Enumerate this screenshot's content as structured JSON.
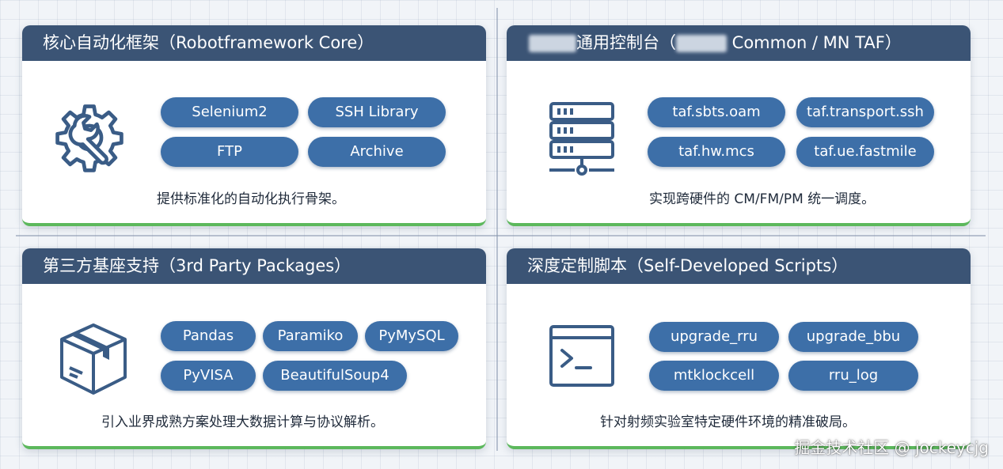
{
  "panels": [
    {
      "title": "核心自动化框架（Robotframework Core）",
      "icon": "gear-wrench-icon",
      "chips": [
        "Selenium2",
        "SSH Library",
        "FTP",
        "Archive"
      ],
      "description": "提供标准化的自动化执行骨架。"
    },
    {
      "title_part1": "通用控制台（",
      "title_part2": " Common / MN TAF）",
      "icon": "server-stack-icon",
      "chips": [
        "taf.sbts.oam",
        "taf.transport.ssh",
        "taf.hw.mcs",
        "taf.ue.fastmile"
      ],
      "description": "实现跨硬件的 CM/FM/PM 统一调度。"
    },
    {
      "title": "第三方基座支持（3rd Party Packages）",
      "icon": "package-box-icon",
      "chips": [
        "Pandas",
        "Paramiko",
        "PyMySQL",
        "PyVISA",
        "BeautifulSoup4"
      ],
      "description": "引入业界成熟方案处理大数据计算与协议解析。"
    },
    {
      "title": "深度定制脚本（Self-Developed Scripts）",
      "icon": "terminal-icon",
      "chips": [
        "upgrade_rru",
        "upgrade_bbu",
        "mtklockcell",
        "rru_log"
      ],
      "description": "针对射频实验室特定硬件环境的精准破局。"
    }
  ],
  "watermark": "掘金技术社区 @ jockeycjg",
  "colors": {
    "header": "#3b5475",
    "chip": "#3d6fa8",
    "accent_bottom": "#5cb85c",
    "icon_stroke": "#3a5c86"
  }
}
